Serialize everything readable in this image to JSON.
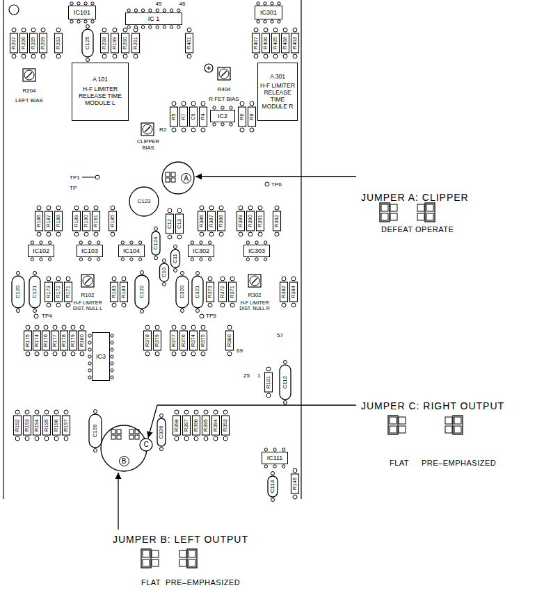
{
  "diagram": {
    "nodes": [
      {
        "text": [
          "IC101"
        ]
      },
      {
        "text": [
          "IC 1"
        ]
      },
      {
        "text": [
          "IC301"
        ]
      },
      {
        "text": [
          "A 101",
          "H-F LIMITER RELEASE TIME MODULE L"
        ]
      },
      {
        "text": [
          "A 301",
          "H-F LIMITER RELEASE TIME MODULE R"
        ]
      },
      {
        "text": [
          "IC2"
        ]
      },
      {
        "text": [
          "A"
        ]
      },
      {
        "text": [
          "C123"
        ]
      },
      {
        "text": [
          "IC102"
        ]
      },
      {
        "text": [
          "IC103"
        ]
      },
      {
        "text": [
          "IC104"
        ]
      },
      {
        "text": [
          "IC302"
        ]
      },
      {
        "text": [
          "IC303"
        ]
      },
      {
        "text": [
          "IC3"
        ]
      },
      {
        "text": [
          "B"
        ]
      },
      {
        "text": [
          "C"
        ]
      },
      {
        "text": [
          "IC111"
        ]
      }
    ],
    "labels": [
      "R207",
      "R206",
      "R205",
      "R209",
      "R203",
      "C125",
      "R208",
      "R199",
      "R200",
      "R201",
      "R401",
      "R407",
      "R406",
      "R405",
      "R408",
      "R403",
      "R204",
      "LEFT BIAS",
      "R2",
      "CLIPPER BIAS",
      "R404",
      "R FET BIAS",
      "R5",
      "R7",
      "C9",
      "R4",
      "R6",
      "R8",
      "TP1",
      "TP",
      "TP6",
      "R186",
      "R187",
      "R188",
      "R189",
      "R190",
      "R191",
      "R185",
      "C12",
      "C13",
      "R386",
      "R387",
      "R388",
      "R389",
      "R390",
      "R391",
      "R392",
      "C124",
      "C10",
      "C11",
      "C120",
      "C121",
      "R173",
      "R172",
      "R171",
      "R102",
      "H-F LIMITER DIST. NULL L",
      "R183",
      "R184",
      "C122",
      "C320",
      "C321",
      "R373",
      "R372",
      "R371",
      "R302",
      "H-F LIMITER DIST. NULL R",
      "R382",
      "R384",
      "TP4",
      "TP5",
      "R175",
      "R174",
      "R176",
      "R177",
      "R178",
      "R179",
      "R180",
      "R378",
      "R379",
      "R377",
      "R376",
      "R374",
      "R375",
      "R380",
      "57",
      "69",
      "25",
      "1",
      "R181",
      "C112",
      "R192",
      "R193",
      "R194",
      "R195",
      "R196",
      "R197",
      "C126",
      "C326",
      "R398",
      "R397",
      "R396",
      "R395",
      "R394",
      "R393",
      "C113",
      "R146",
      "JUMPER A: CLIPPER",
      "DEFEAT",
      "OPERATE",
      "JUMPER C: RIGHT OUTPUT",
      "FLAT",
      "PRE–EMPHASIZED",
      "JUMPER B: LEFT OUTPUT",
      "FLAT",
      "PRE–EMPHASIZED",
      "45",
      "46"
    ]
  }
}
